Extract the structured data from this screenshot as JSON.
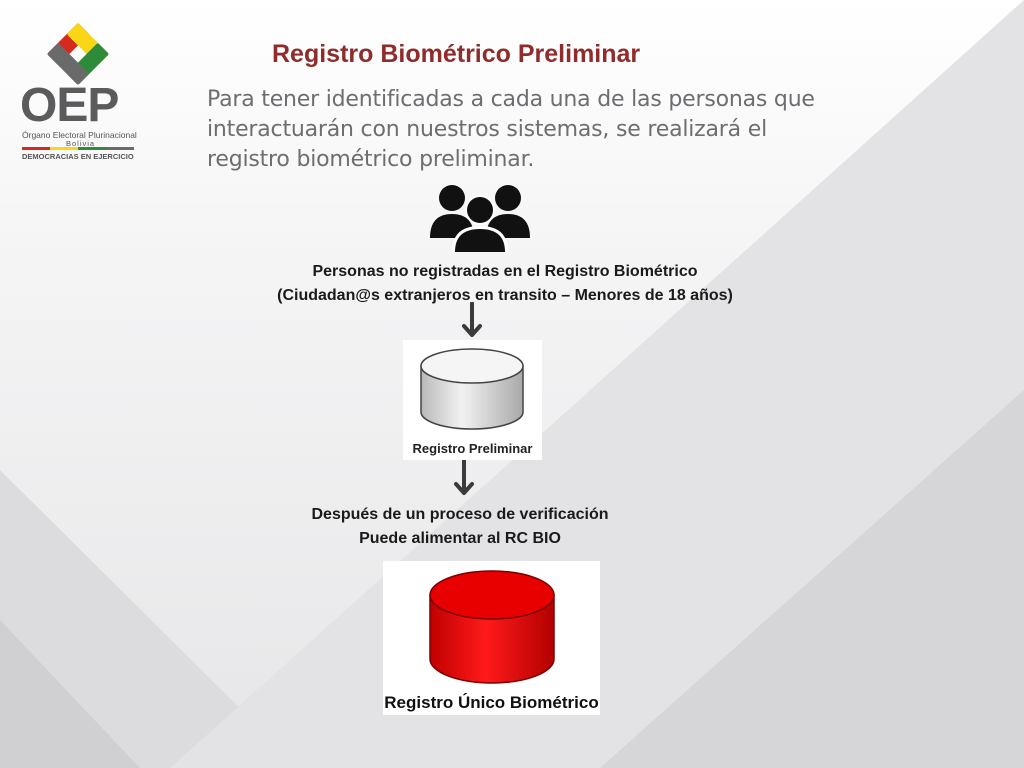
{
  "logo": {
    "word": "OEP",
    "line1": "Órgano Electoral Plurinacional",
    "line2": "Bolivia",
    "line3": "DEMOCRACIAS EN EJERCICIO",
    "colors": [
      "#d52b1e",
      "#f9d616",
      "#2e8b3a",
      "#6a6a6a"
    ]
  },
  "slide": {
    "title": "Registro Biométrico Preliminar",
    "intro": "Para tener identificadas a cada una de las personas que interactuarán con nuestros sistemas, se realizará el registro biométrico preliminar.",
    "people_icon": "group-of-people-icon",
    "step1": {
      "line1": "Personas no registradas en el Registro  Biométrico",
      "line2": "(Ciudadan@s extranjeros en transito – Menores de 18 años)"
    },
    "db1": {
      "label": "Registro Preliminar",
      "color": "#d9d9d9"
    },
    "step2": {
      "line1": "Después de un proceso de verificación",
      "line2": "Puede alimentar al RC BIO"
    },
    "db2": {
      "label": "Registro Único Biométrico",
      "color": "#e30000"
    }
  }
}
